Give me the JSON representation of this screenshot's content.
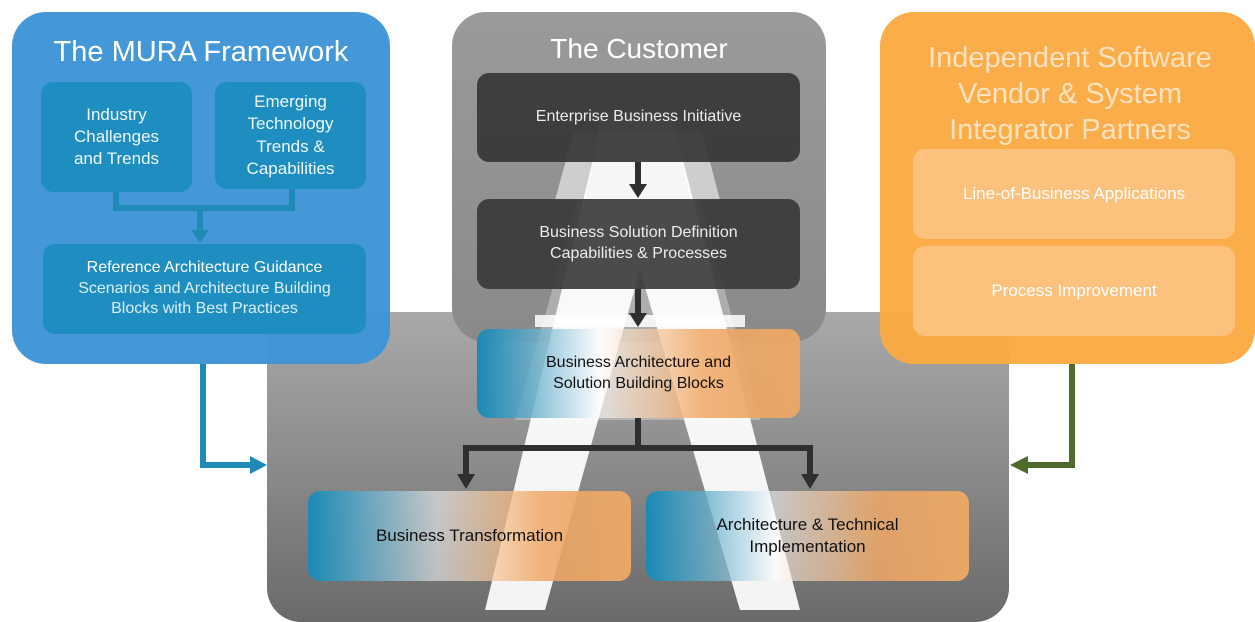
{
  "mura": {
    "title": "The MURA Framework",
    "industry": "Industry Challenges and Trends",
    "emerging": "Emerging Technology Trends & Capabilities",
    "reference_title": "Reference Architecture Guidance",
    "reference_sub": "Scenarios and Architecture Building Blocks with Best Practices"
  },
  "customer": {
    "title": "The Customer",
    "initiative": "Enterprise Business Initiative",
    "definition_line1": "Business Solution Definition",
    "definition_line2": "Capabilities & Processes",
    "architecture": "Business Architecture and Solution Building Blocks",
    "transformation": "Business Transformation",
    "implementation": "Architecture & Technical Implementation"
  },
  "partners": {
    "title": "Independent Software Vendor & System Integrator Partners",
    "lob": "Line-of-Business Applications",
    "process": "Process Improvement"
  },
  "colors": {
    "mura_blue": "#3f95d6",
    "mura_box": "#1e8ec0",
    "customer_gray": "#7a7a7a",
    "dark_box": "#3f3f3f",
    "orange": "#fbaa42",
    "teal_arrow": "#1f8ab5",
    "green_arrow": "#4e6a2c",
    "gradient_start": "#1a89b5",
    "gradient_end": "#f0a866"
  }
}
